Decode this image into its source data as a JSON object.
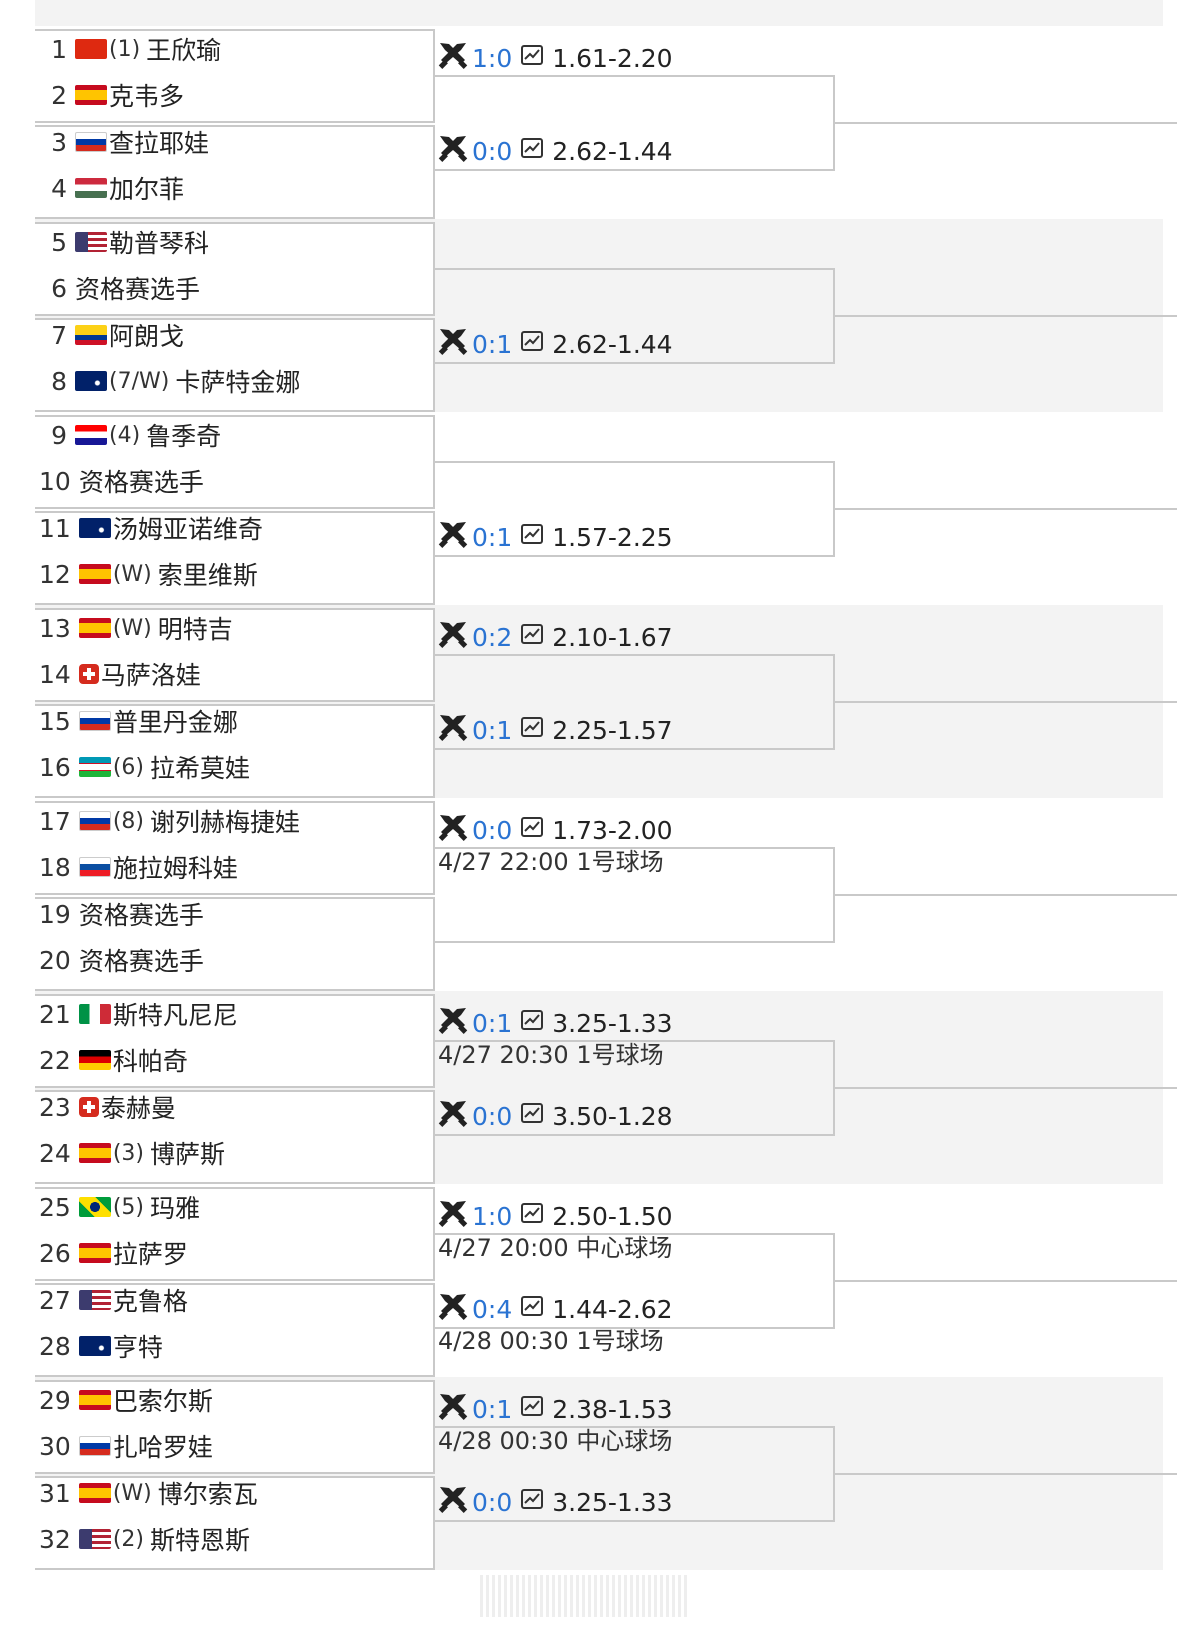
{
  "blocks": [
    {
      "players": [
        {
          "seed": "1",
          "flag": "cn",
          "tag": "(1)",
          "name": "王欣瑜"
        },
        {
          "seed": "2",
          "flag": "es",
          "tag": "",
          "name": "克韦多"
        },
        {
          "seed": "3",
          "flag": "ru",
          "tag": "",
          "name": "查拉耶娃"
        },
        {
          "seed": "4",
          "flag": "hu",
          "tag": "",
          "name": "加尔菲"
        }
      ],
      "matches": [
        {
          "score": "1:0",
          "odds": "1.61-2.20",
          "schedule": ""
        },
        {
          "score": "0:0",
          "odds": "2.62-1.44",
          "schedule": ""
        }
      ]
    },
    {
      "players": [
        {
          "seed": "5",
          "flag": "us",
          "tag": "",
          "name": "勒普琴科"
        },
        {
          "seed": "6",
          "flag": "",
          "tag": "",
          "name": "资格赛选手"
        },
        {
          "seed": "7",
          "flag": "co",
          "tag": "",
          "name": "阿朗戈"
        },
        {
          "seed": "8",
          "flag": "au",
          "tag": "(7/W)",
          "name": "卡萨特金娜"
        }
      ],
      "matches": [
        null,
        {
          "score": "0:1",
          "odds": "2.62-1.44",
          "schedule": ""
        }
      ]
    },
    {
      "players": [
        {
          "seed": "9",
          "flag": "hr",
          "tag": "(4)",
          "name": "鲁季奇"
        },
        {
          "seed": "10",
          "flag": "",
          "tag": "",
          "name": "资格赛选手"
        },
        {
          "seed": "11",
          "flag": "au",
          "tag": "",
          "name": "汤姆亚诺维奇"
        },
        {
          "seed": "12",
          "flag": "es",
          "tag": "(W)",
          "name": "索里维斯"
        }
      ],
      "matches": [
        null,
        {
          "score": "0:1",
          "odds": "1.57-2.25",
          "schedule": ""
        }
      ]
    },
    {
      "players": [
        {
          "seed": "13",
          "flag": "es",
          "tag": "(W)",
          "name": "明特吉"
        },
        {
          "seed": "14",
          "flag": "ch",
          "tag": "",
          "name": "马萨洛娃"
        },
        {
          "seed": "15",
          "flag": "ru",
          "tag": "",
          "name": "普里丹金娜"
        },
        {
          "seed": "16",
          "flag": "uz",
          "tag": "(6)",
          "name": "拉希莫娃"
        }
      ],
      "matches": [
        {
          "score": "0:2",
          "odds": "2.10-1.67",
          "schedule": ""
        },
        {
          "score": "0:1",
          "odds": "2.25-1.57",
          "schedule": ""
        }
      ]
    },
    {
      "players": [
        {
          "seed": "17",
          "flag": "ru",
          "tag": "(8)",
          "name": "谢列赫梅捷娃"
        },
        {
          "seed": "18",
          "flag": "sk",
          "tag": "",
          "name": "施拉姆科娃"
        },
        {
          "seed": "19",
          "flag": "",
          "tag": "",
          "name": "资格赛选手"
        },
        {
          "seed": "20",
          "flag": "",
          "tag": "",
          "name": "资格赛选手"
        }
      ],
      "matches": [
        {
          "score": "0:0",
          "odds": "1.73-2.00",
          "schedule": "4/27 22:00 1号球场"
        },
        null
      ]
    },
    {
      "players": [
        {
          "seed": "21",
          "flag": "it",
          "tag": "",
          "name": "斯特凡尼尼"
        },
        {
          "seed": "22",
          "flag": "de",
          "tag": "",
          "name": "科帕奇"
        },
        {
          "seed": "23",
          "flag": "ch",
          "tag": "",
          "name": "泰赫曼"
        },
        {
          "seed": "24",
          "flag": "es",
          "tag": "(3)",
          "name": "博萨斯"
        }
      ],
      "matches": [
        {
          "score": "0:1",
          "odds": "3.25-1.33",
          "schedule": "4/27 20:30 1号球场"
        },
        {
          "score": "0:0",
          "odds": "3.50-1.28",
          "schedule": ""
        }
      ]
    },
    {
      "players": [
        {
          "seed": "25",
          "flag": "br",
          "tag": "(5)",
          "name": "玛雅"
        },
        {
          "seed": "26",
          "flag": "es",
          "tag": "",
          "name": "拉萨罗"
        },
        {
          "seed": "27",
          "flag": "us",
          "tag": "",
          "name": "克鲁格"
        },
        {
          "seed": "28",
          "flag": "au",
          "tag": "",
          "name": "亨特"
        }
      ],
      "matches": [
        {
          "score": "1:0",
          "odds": "2.50-1.50",
          "schedule": "4/27 20:00 中心球场"
        },
        {
          "score": "0:4",
          "odds": "1.44-2.62",
          "schedule": "4/28 00:30 1号球场"
        }
      ]
    },
    {
      "players": [
        {
          "seed": "29",
          "flag": "es",
          "tag": "",
          "name": "巴索尔斯"
        },
        {
          "seed": "30",
          "flag": "ru",
          "tag": "",
          "name": "扎哈罗娃"
        },
        {
          "seed": "31",
          "flag": "es",
          "tag": "(W)",
          "name": "博尔索瓦"
        },
        {
          "seed": "32",
          "flag": "us",
          "tag": "(2)",
          "name": "斯特恩斯"
        }
      ],
      "matches": [
        {
          "score": "0:1",
          "odds": "2.38-1.53",
          "schedule": "4/28 00:30 中心球场"
        },
        {
          "score": "0:0",
          "odds": "3.25-1.33",
          "schedule": ""
        }
      ]
    }
  ],
  "flag_colors": {
    "cn": "#de2910",
    "es": "#c60b1e",
    "ru": "#0039a6",
    "hu": "#477050",
    "us": "#3c3b6e",
    "co": "#fcd116",
    "au": "#012169",
    "hr": "#ff0000",
    "ch": "#d52b1e",
    "uz": "#1eb53a",
    "sk": "#0b4ea2",
    "it": "#009246",
    "de": "#000000",
    "br": "#009c3b"
  },
  "icons": {
    "match": "cross-swords-icon",
    "odds": "line-chart-icon"
  },
  "accent_color": "#2a73d2"
}
